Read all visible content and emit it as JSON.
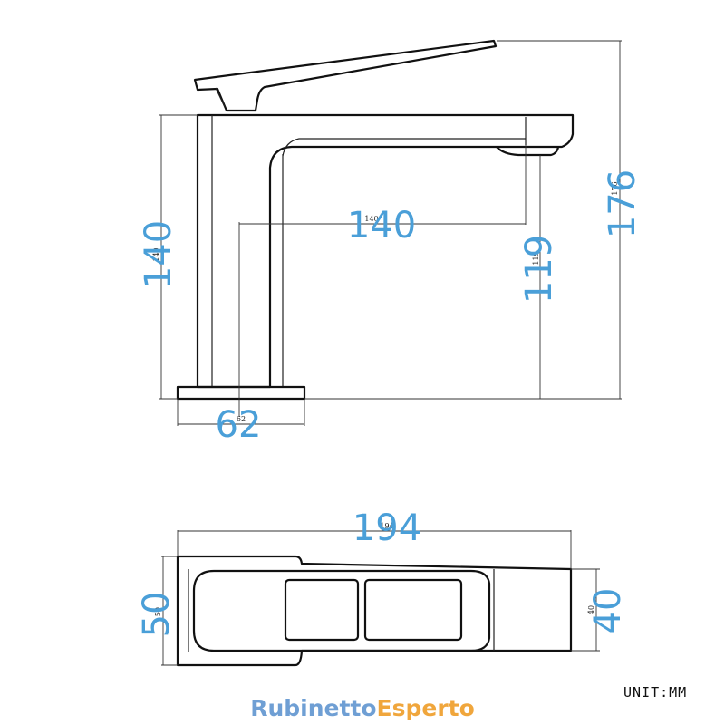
{
  "dimensions": {
    "body_height": "140",
    "spout_reach": "140",
    "spout_height": "119",
    "total_height": "176",
    "base_width": "62",
    "total_length": "194",
    "handle_width": "50",
    "spout_width": "40"
  },
  "unit_label": "UNIT:MM",
  "brand": {
    "part1": "Rubinetto",
    "part2": "Esperto"
  },
  "colors": {
    "dimension_text": "#4a9fd8",
    "outline": "#111111",
    "brand_part1": "#6f9fd4",
    "brand_part2": "#f0a63c"
  }
}
